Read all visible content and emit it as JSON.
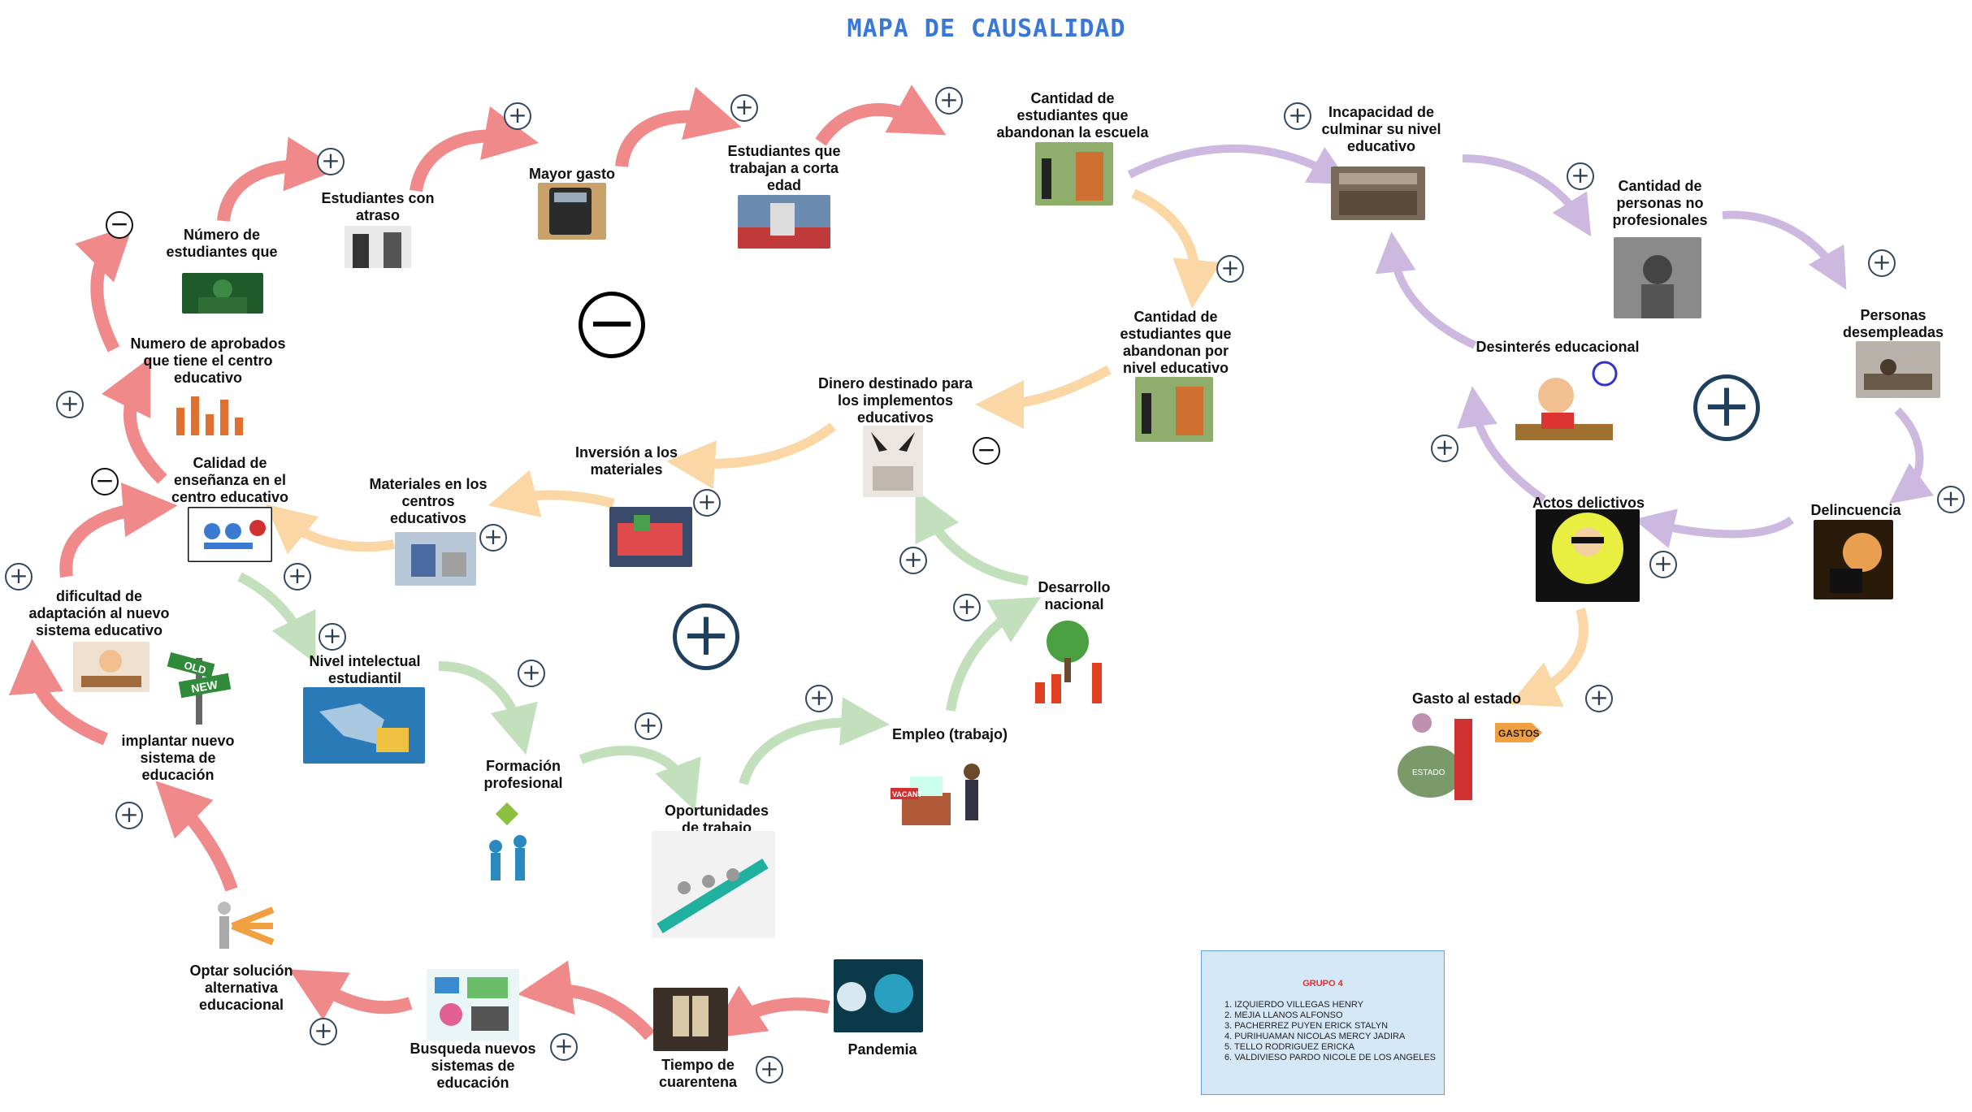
{
  "title": "MAPA DE CAUSALIDAD",
  "nodes": {
    "repiten": "Número de\nestudiantes que\nrepiten",
    "atraso": "Estudiantes con\natraso",
    "mayor_gasto": "Mayor gasto",
    "trabajan": "Estudiantes que\ntrabajan a corta\nedad",
    "abandonan": "Cantidad de\nestudiantes que\nabandonan la escuela",
    "incapacidad": "Incapacidad de\nculminar su nivel\neducativo",
    "no_profesionales": "Cantidad de\npersonas no\nprofesionales",
    "desempleadas": "Personas\ndesempleadas",
    "delincuencia": "Delincuencia",
    "actos": "Actos delictivos",
    "desinteres": "Desinterés educacional",
    "gasto_estado": "Gasto al estado",
    "abandonan_nivel": "Cantidad de\nestudiantes que\nabandonan por\nnivel educativo",
    "dinero": "Dinero destinado para\nlos implementos\neducativos",
    "inversion": "Inversión a los\nmateriales",
    "materiales": "Materiales en los\ncentros\neducativos",
    "calidad": "Calidad de\nenseñanza en el\ncentro educativo",
    "aprobados": "Numero de aprobados\nque tiene el centro\neducativo",
    "dificultad": "dificultad de\nadaptación al nuevo\nsistema educativo",
    "implantar": "implantar nuevo\nsistema de\neducación",
    "optar": "Optar solución\nalternativa\neducacional",
    "busqueda": "Busqueda nuevos\nsistemas de\neducación",
    "cuarentena": "Tiempo de\ncuarentena",
    "pandemia": "Pandemia",
    "nivel_intelectual": "Nivel intelectual\nestudiantil",
    "formacion": "Formación\nprofesional",
    "oportunidades": "Oportunidades\nde trabajo",
    "empleo": "Empleo (trabajo)",
    "desarrollo": "Desarrollo\nnacional"
  },
  "signs": {
    "plus": "+",
    "minus": "−"
  },
  "loop_signs": {
    "left_loop": "−",
    "center_loop": "+",
    "right_loop": "+"
  },
  "image_labels": {
    "gastos_sign": "GASTOS",
    "estado_bag": "ESTADO",
    "new_sign": "NEW",
    "old_sign": "OLD",
    "vacant_sign": "VACANT"
  },
  "group": {
    "title": "GRUPO 4",
    "members": [
      "1. IZQUIERDO VILLEGAS HENRY",
      "2. MEJIA LLANOS ALFONSO",
      "3. PACHERREZ PUYEN ERICK STALYN",
      "4. PURIHUAMAN NICOLAS MERCY JADIRA",
      "5. TELLO RODRIGUEZ ERICKA",
      "6. VALDIVIESO PARDO NICOLE DE LOS ANGELES"
    ]
  },
  "colors": {
    "red_arrow": "#f08a8a",
    "purple_arrow": "#cdb8e0",
    "orange_arrow": "#fbd7a6",
    "green_arrow": "#c3e0bd",
    "title_blue": "#3a78d8",
    "sign_navy": "#1e3f5e"
  }
}
